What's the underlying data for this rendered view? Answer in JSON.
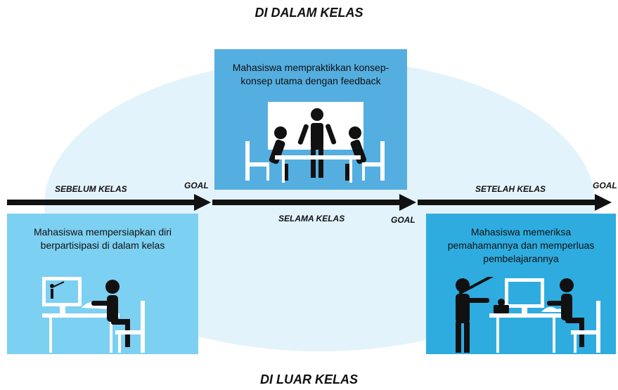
{
  "titles": {
    "top": "DI DALAM KELAS",
    "bottom": "DI LUAR KELAS"
  },
  "stages": [
    {
      "label": "SEBELUM KELAS",
      "goal": "GOAL",
      "description": "Mahasiswa mempersiapkan diri berpartisipasi di dalam kelas",
      "color": "#7cd0f2"
    },
    {
      "label": "SELAMA KELAS",
      "goal": "GOAL",
      "description": "Mahasiswa mempraktikkan konsep-konsep utama dengan feedback",
      "color": "#55aee0"
    },
    {
      "label": "SETELAH KELAS",
      "goal": "GOAL",
      "description": "Mahasiswa memeriksa pemahamannya dan memperluas pembelajarannya",
      "color": "#2eace0"
    }
  ],
  "colors": {
    "oval": "#e3f3fb",
    "arrow": "#111111"
  }
}
